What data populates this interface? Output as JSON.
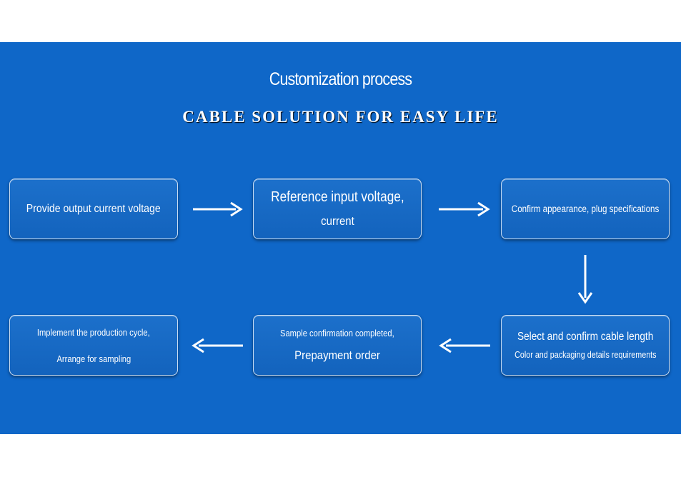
{
  "header": {
    "title": "Customization process",
    "subtitle": "CABLE SOLUTION FOR EASY LIFE"
  },
  "steps": [
    {
      "lines": [
        "Provide output current voltage"
      ]
    },
    {
      "lines": [
        "Reference input voltage,",
        "current"
      ]
    },
    {
      "lines": [
        "Confirm appearance, plug specifications"
      ]
    },
    {
      "lines": [
        "Select and confirm cable length",
        "Color and packaging details requirements"
      ]
    },
    {
      "lines": [
        "Sample confirmation completed,",
        "Prepayment order"
      ]
    },
    {
      "lines": [
        "Implement the production cycle,",
        "Arrange for sampling"
      ]
    }
  ],
  "colors": {
    "background": "#0f67c8",
    "box_border": "#c9ddf3",
    "text": "#ffffff"
  },
  "icons": [
    "arrow-right-icon",
    "arrow-down-icon",
    "arrow-left-icon"
  ]
}
